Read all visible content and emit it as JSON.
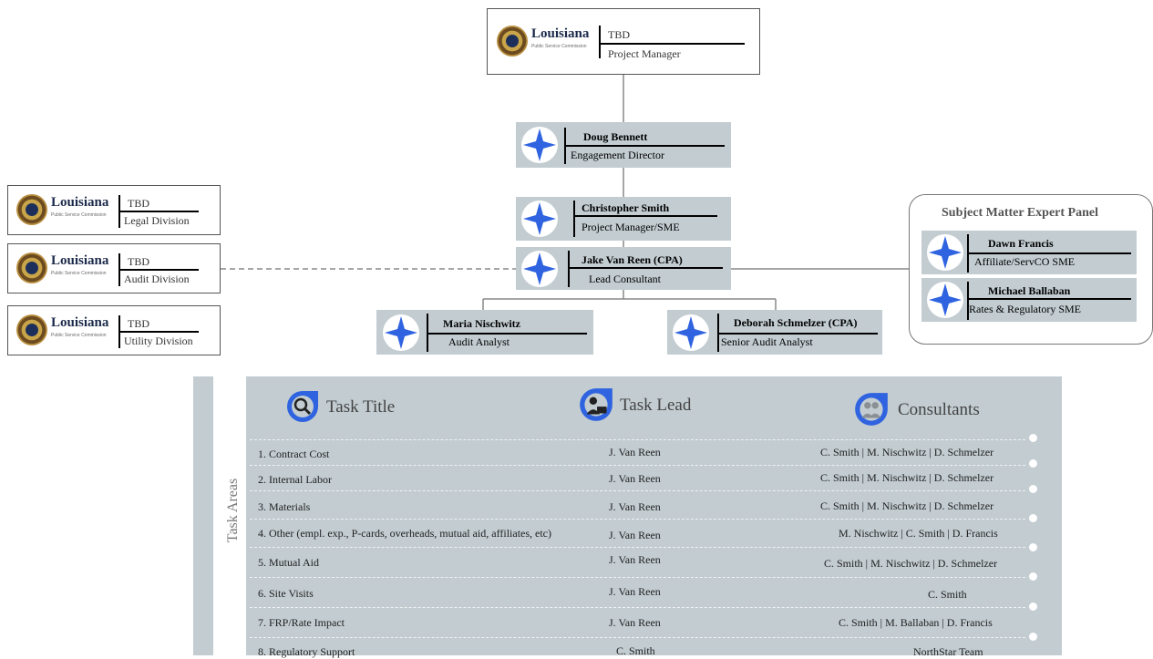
{
  "org": {
    "top": {
      "la_name": "Louisiana",
      "la_sub": "Public Service Commission",
      "name": "TBD",
      "role": "Project Manager"
    },
    "legal": {
      "la_name": "Louisiana",
      "la_sub": "Public Service Commission",
      "name": "TBD",
      "role": "Legal Division"
    },
    "audit": {
      "la_name": "Louisiana",
      "la_sub": "Public Service Commission",
      "name": "TBD",
      "role": "Audit Division"
    },
    "utility": {
      "la_name": "Louisiana",
      "la_sub": "Public Service Commission",
      "name": "TBD",
      "role": "Utility Division"
    },
    "people": {
      "doug": {
        "name": "Doug Bennett",
        "role": "Engagement Director"
      },
      "chris": {
        "name": "Christopher Smith",
        "role": "Project Manager/SME"
      },
      "jake": {
        "name": "Jake Van Reen (CPA)",
        "role": "Lead Consultant"
      },
      "maria": {
        "name": "Maria Nischwitz",
        "role": "Audit Analyst"
      },
      "deborah": {
        "name": "Deborah Schmelzer (CPA)",
        "role": "Senior Audit Analyst"
      }
    },
    "sme": {
      "title": "Subject Matter Expert Panel",
      "dawn": {
        "name": "Dawn Francis",
        "role": "Affiliate/ServCO SME"
      },
      "michael": {
        "name": "Michael Ballaban",
        "role": "Rates & Regulatory SME"
      }
    }
  },
  "tasks": {
    "side_label": "Task Areas",
    "headers": {
      "title": "Task Title",
      "lead": "Task Lead",
      "consultants": "Consultants"
    },
    "rows": [
      {
        "title": "1. Contract Cost",
        "lead": "J. Van Reen",
        "consultants": "C. Smith | M. Nischwitz  |  D. Schmelzer"
      },
      {
        "title": "2. Internal Labor",
        "lead": "J. Van Reen",
        "consultants": "C. Smith | M. Nischwitz  |  D. Schmelzer"
      },
      {
        "title": "3. Materials",
        "lead": "J. Van Reen",
        "consultants": "C. Smith | M. Nischwitz  |  D. Schmelzer"
      },
      {
        "title": "4. Other (empl. exp., P-cards, overheads, mutual aid, affiliates, etc)",
        "lead": "J. Van Reen",
        "consultants": "M. Nischwitz | C. Smith | D. Francis"
      },
      {
        "title": "5. Mutual Aid",
        "lead": "J. Van Reen",
        "consultants": "C. Smith | M. Nischwitz | D. Schmelzer"
      },
      {
        "title": "6. Site Visits",
        "lead": "J. Van Reen",
        "consultants": "C. Smith"
      },
      {
        "title": "7. FRP/Rate Impact",
        "lead": "J. Van Reen",
        "consultants": "C. Smith | M. Ballaban  |  D. Francis"
      },
      {
        "title": "8. Regulatory Support",
        "lead": "C. Smith",
        "consultants": "NorthStar Team"
      }
    ]
  },
  "colors": {
    "card": "#c2ccd1",
    "star": "#2f63e0",
    "panel": "#c2ccd1"
  }
}
